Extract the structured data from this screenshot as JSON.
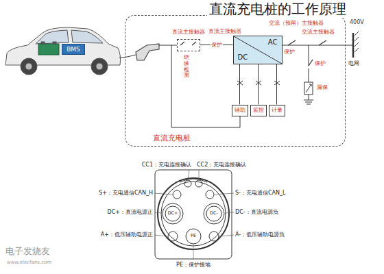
{
  "diagram": {
    "title": "直流充电桩的工作原理",
    "nodes": [
      {
        "text": [
          "直流充电桩"
        ]
      },
      {
        "text": [
          "BMS"
        ]
      },
      {
        "text": [
          "直流主接触器"
        ],
        "in": 0
      },
      {
        "text": [
          "AC",
          "DC"
        ],
        "in": 0
      },
      {
        "text": [
          "辅助"
        ],
        "in": 0
      },
      {
        "text": [
          "监控"
        ],
        "in": 0
      },
      {
        "text": [
          "计量"
        ],
        "in": 0
      }
    ],
    "edges": [
      {
        "from": 2,
        "to": 3,
        "label": "保护",
        "arrow": "none"
      },
      {
        "from": 3,
        "to": 4,
        "arrow": "none"
      },
      {
        "from": 3,
        "to": 5,
        "arrow": "none"
      },
      {
        "from": 3,
        "to": 6,
        "arrow": "none"
      }
    ],
    "labels": [
      "400V",
      "直流主接触器",
      "交流（预留）主接触器",
      "交流主接触器",
      "保护",
      "保护",
      "漏保",
      "电网",
      "绝缘检测",
      "CC1：充电连接确认",
      "CC2：充电连接确认",
      "S+：充电通信CAN_H",
      "S-：充电通信CAN_L",
      "DC+：直流电源正",
      "DC-：直流电源负",
      "A+：低压辅助电源正",
      "A-：低压辅助电源负",
      "PE：保护接地",
      "DC+",
      "DC-",
      "PE",
      "电子发烧友",
      "www.elecfans.com"
    ]
  }
}
